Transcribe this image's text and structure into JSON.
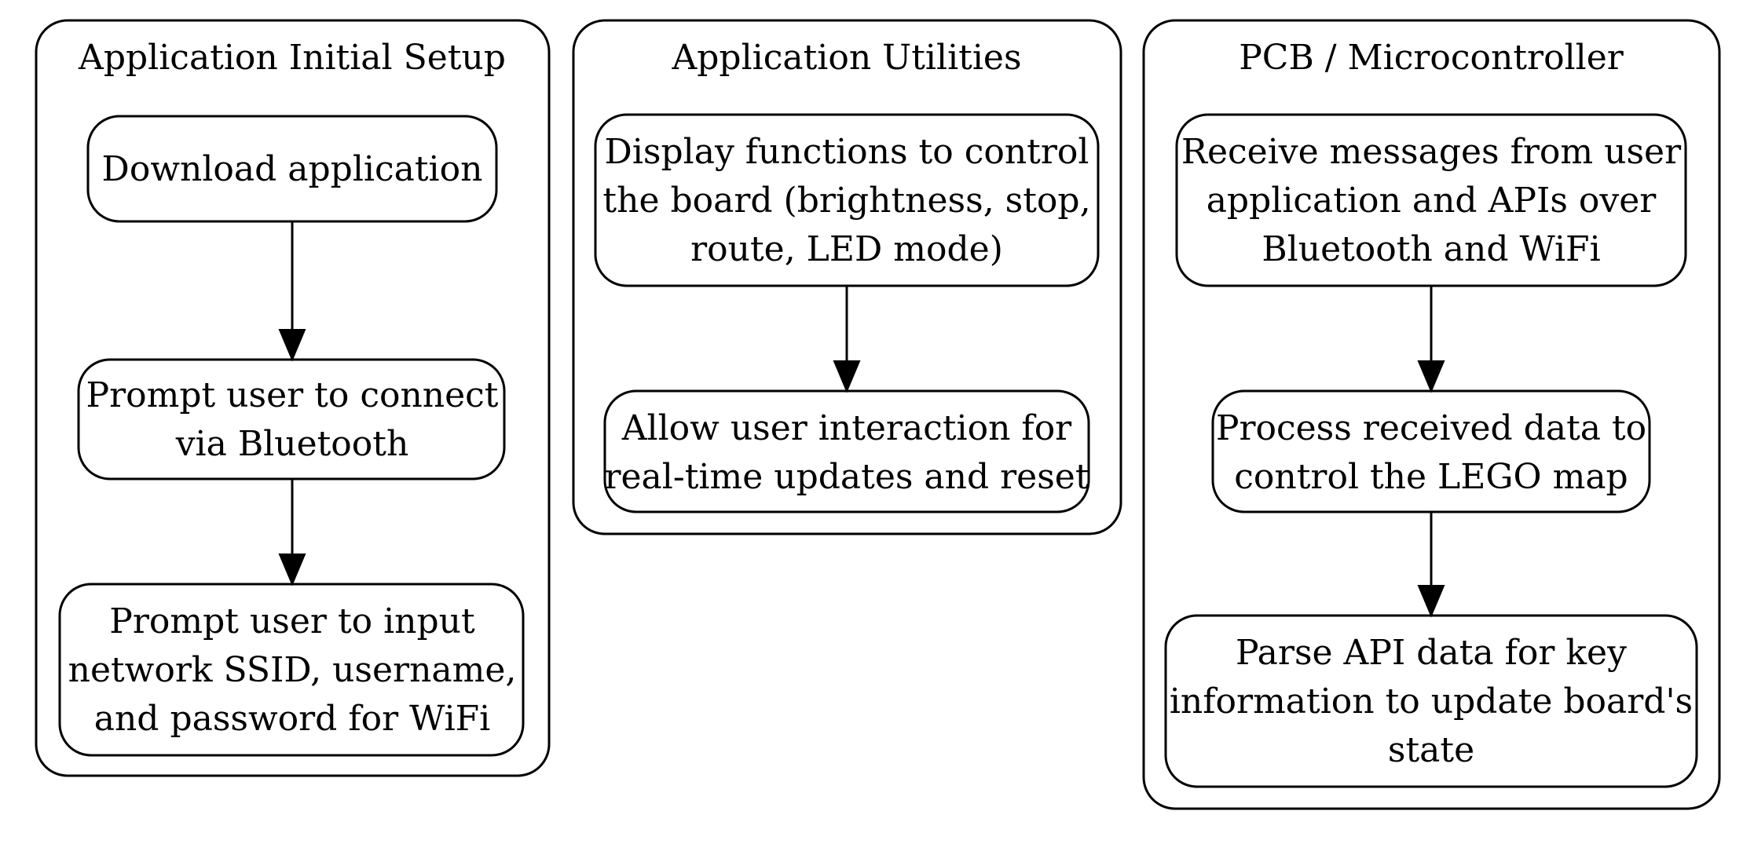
{
  "clusters": [
    {
      "title": "Application Initial Setup",
      "nodes": [
        {
          "lines": [
            "Download application"
          ]
        },
        {
          "lines": [
            "Prompt user to connect",
            "via Bluetooth"
          ]
        },
        {
          "lines": [
            "Prompt user to input",
            "network SSID, username,",
            "and password for WiFi"
          ]
        }
      ]
    },
    {
      "title": "Application Utilities",
      "nodes": [
        {
          "lines": [
            "Display functions to control",
            "the board (brightness, stop,",
            "route, LED mode)"
          ]
        },
        {
          "lines": [
            "Allow user interaction for",
            "real-time updates and reset"
          ]
        }
      ]
    },
    {
      "title": "PCB / Microcontroller",
      "nodes": [
        {
          "lines": [
            "Receive messages from user",
            "application and APIs over",
            "Bluetooth and WiFi"
          ]
        },
        {
          "lines": [
            "Process received data to",
            "control the LEGO map"
          ]
        },
        {
          "lines": [
            "Parse API data for key",
            "information to update board's",
            "state"
          ]
        }
      ]
    }
  ]
}
